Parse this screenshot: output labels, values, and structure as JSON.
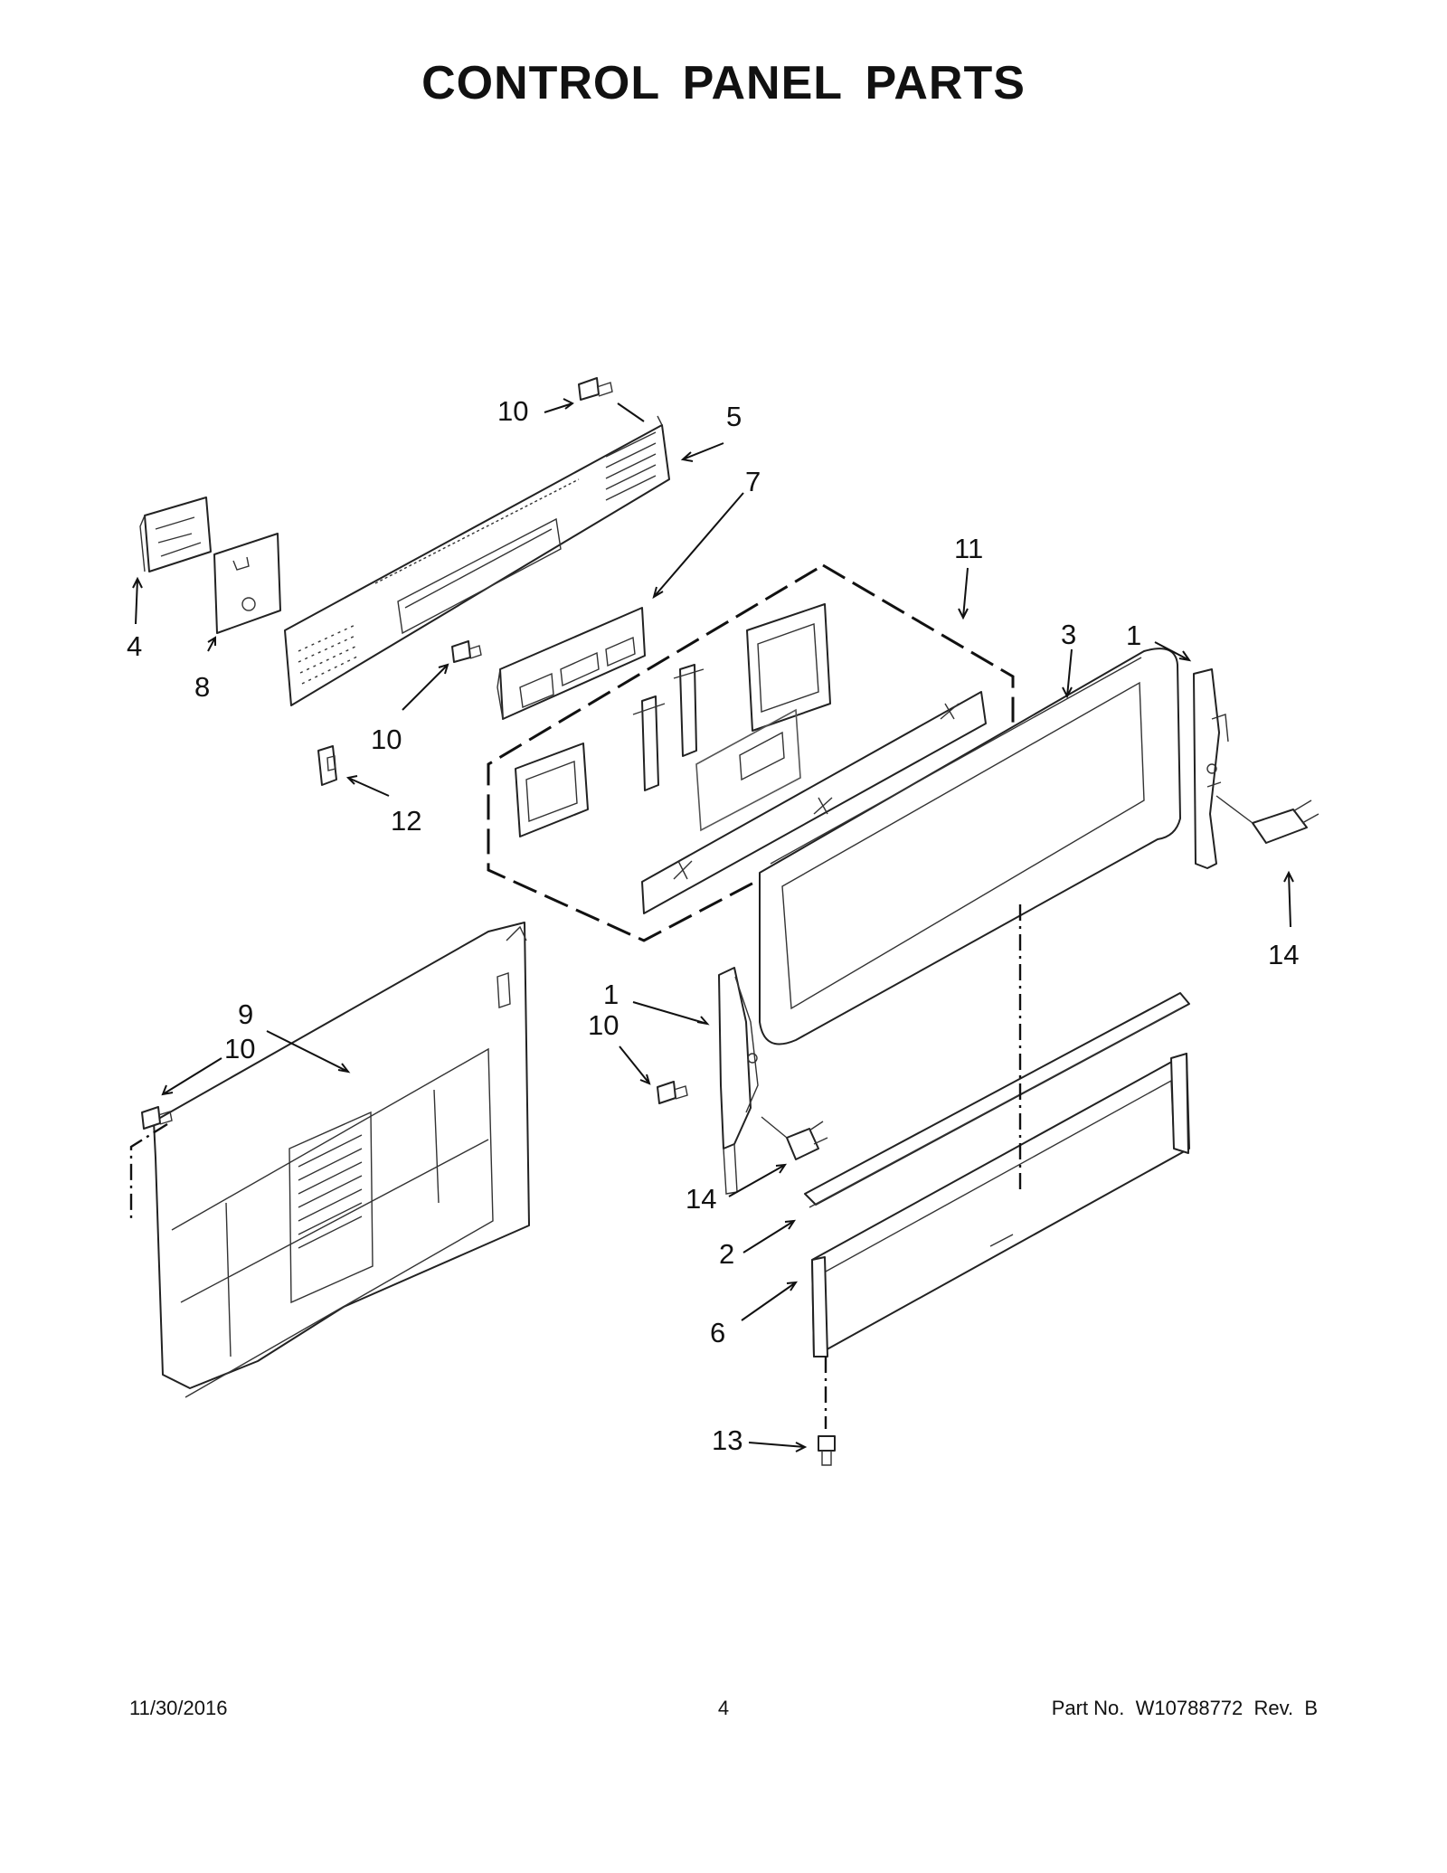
{
  "title": "CONTROL PANEL PARTS",
  "footer": {
    "date": "11/30/2016",
    "page_number": "4",
    "part_number": "Part No.  W10788772  Rev.  B"
  },
  "callouts": [
    "10",
    "5",
    "7",
    "11",
    "4",
    "8",
    "10",
    "12",
    "3",
    "1",
    "14",
    "9",
    "10",
    "1",
    "10",
    "14",
    "2",
    "6",
    "13"
  ]
}
